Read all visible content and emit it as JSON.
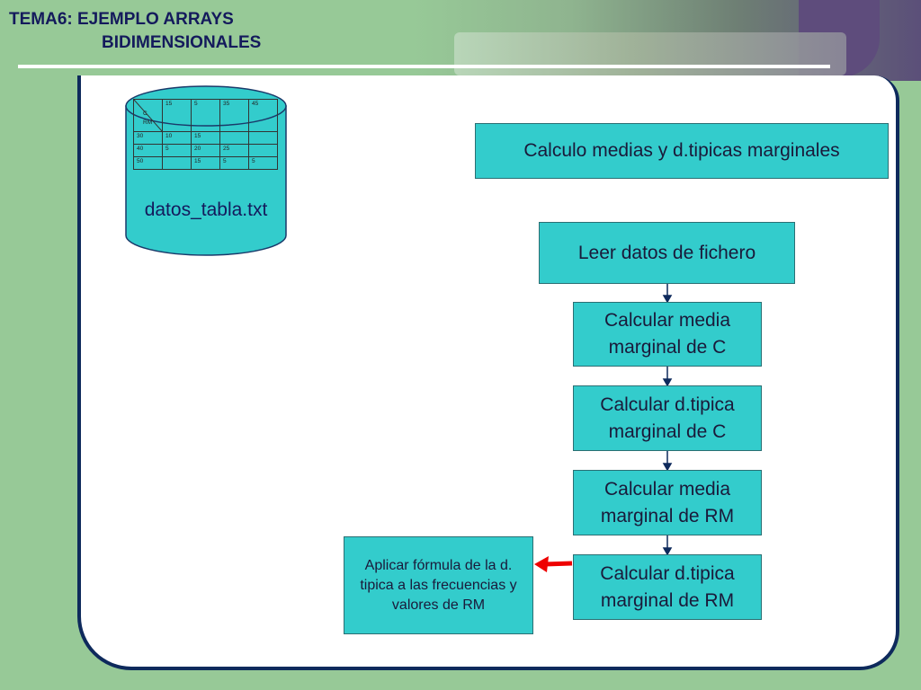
{
  "title": {
    "line1": "TEMA6: EJEMPLO ARRAYS",
    "line2": "BIDIMENSIONALES"
  },
  "file": {
    "label": "datos_tabla.txt",
    "corner_top": "C",
    "corner_bottom": "RM",
    "header": [
      "15",
      "5",
      "35",
      "45"
    ],
    "rows": [
      [
        "30",
        "10",
        "15",
        "",
        ""
      ],
      [
        "40",
        "5",
        "20",
        "25",
        ""
      ],
      [
        "50",
        "",
        "15",
        "5",
        "5"
      ]
    ]
  },
  "flow": {
    "title_box": "Calculo medias y d.tipicas marginales",
    "step1": "Leer datos de fichero",
    "step2": "Calcular media marginal de C",
    "step3": "Calcular d.tipica marginal de C",
    "step4": "Calcular media marginal de RM",
    "step5": "Calcular d.tipica marginal de RM",
    "note": "Aplicar fórmula de la d. tipica a las frecuencias y valores de RM"
  },
  "colors": {
    "box_fill": "#33cccc",
    "title_text": "#141a5c",
    "arrow_red": "#ee0000"
  }
}
